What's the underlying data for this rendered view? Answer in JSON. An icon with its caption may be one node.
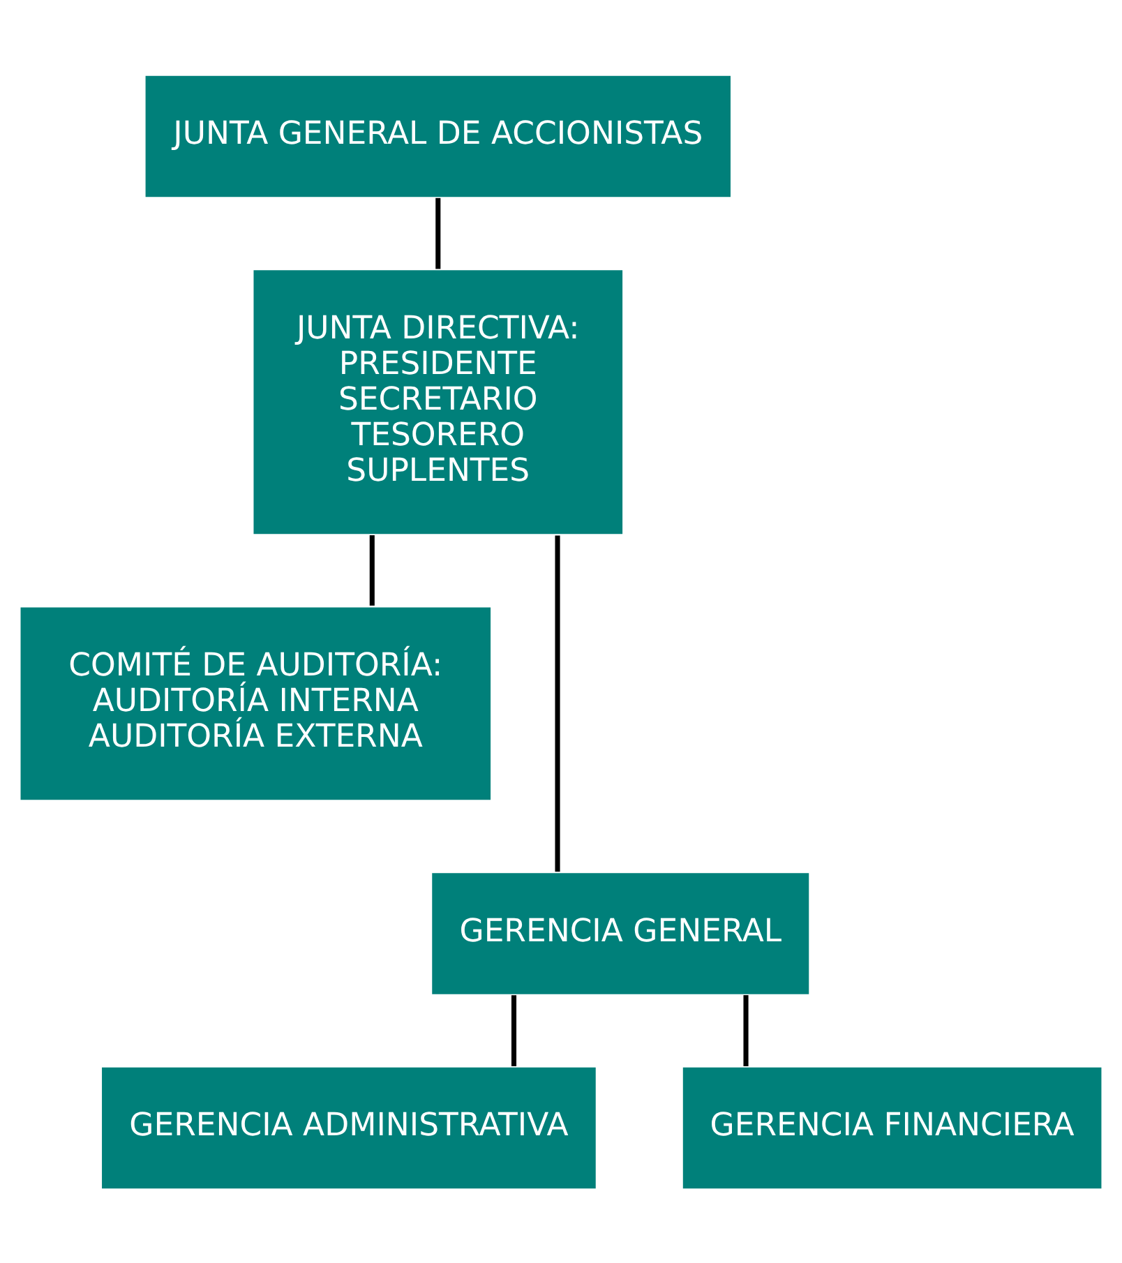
{
  "diagram": {
    "nodes": [
      {
        "text": [
          "JUNTA GENERAL DE ACCIONISTAS"
        ]
      },
      {
        "text": [
          "JUNTA DIRECTIVA:",
          "PRESIDENTE",
          "SECRETARIO",
          "TESORERO",
          "SUPLENTES"
        ]
      },
      {
        "text": [
          "COMITÉ DE AUDITORÍA:",
          "AUDITORÍA INTERNA",
          "AUDITORÍA EXTERNA"
        ]
      },
      {
        "text": [
          "GERENCIA GENERAL"
        ]
      },
      {
        "text": [
          "GERENCIA ADMINISTRATIVA"
        ]
      },
      {
        "text": [
          "GERENCIA FINANCIERA"
        ]
      }
    ],
    "edges": [
      {
        "from": 0,
        "to": 1,
        "arrow": "none"
      },
      {
        "from": 1,
        "to": 3,
        "arrow": "none"
      },
      {
        "from": 1,
        "to": 2,
        "arrow": "none"
      },
      {
        "from": 3,
        "to": 4,
        "arrow": "none"
      },
      {
        "from": 3,
        "to": 5,
        "arrow": "none"
      }
    ]
  }
}
